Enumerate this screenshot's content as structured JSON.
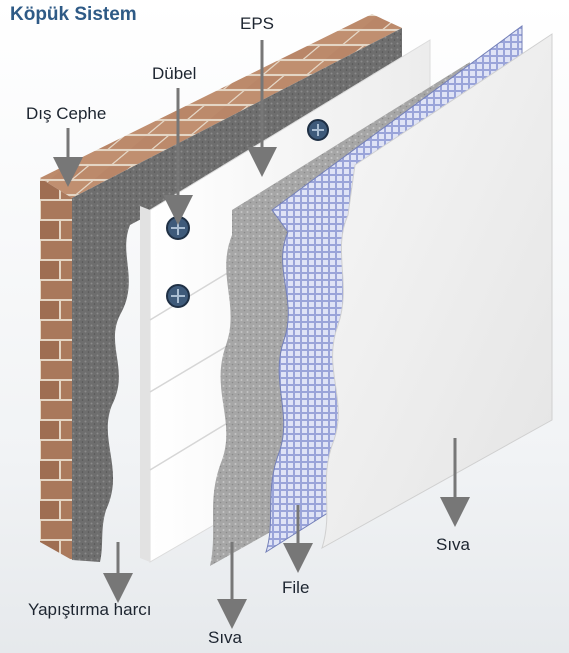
{
  "title": "Köpük Sistem",
  "labels": {
    "dis_cephe": "Dış Cephe",
    "dubel": "Dübel",
    "eps": "EPS",
    "yapistirma_harci": "Yapıştırma harcı",
    "siva_base": "Sıva",
    "file": "File",
    "siva_finish": "Sıva"
  },
  "colors": {
    "title": "#2e5a86",
    "brick": "#a9785b",
    "mortar": "#e7d9c9",
    "adhesive": "#6f6f6f",
    "eps": "#f7f7f7",
    "base_coat": "#a5a5a5",
    "mesh": "#8a96cf",
    "finish": "#efefef",
    "arrow": "#777777"
  }
}
